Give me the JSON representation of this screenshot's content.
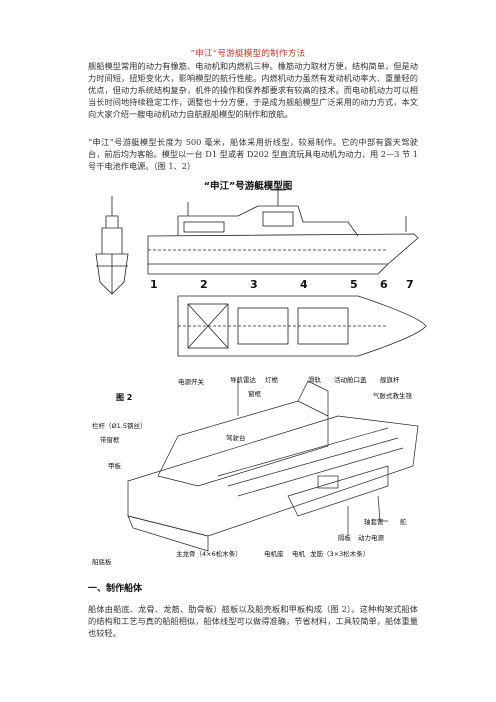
{
  "document": {
    "title": "“申江”号游艇模型的制作方法",
    "paragraphs": [
      "舰船模型常用的动力有橡筋、电动机和内燃机三种。橡筋动力取材方便，结构简单，但是动力时间短，扭矩变化大，影响模型的航行性能。内燃机动力虽然有发动机动率大、重量轻的优点，但动力系统结构复杂，机件的操作和保养都要求有较高的技术。而电动机动力可以相当长时间地持续稳定工作，调整也十分方便，于是成为舰船模型广泛采用的动力方式，本文向大家介绍一艘电动机动力自航舰船模型的制作和放航。",
      "“申江”号游艇模型长度为 500 毫米，船体采用折线型，较易制作。它的中部有露天驾驶台，前后均为客舱。模型以一台 D1 型或者 D202 型直流玩具电动机为动力，用 2—3 节 1 号干电池作电源。（图 1、2）"
    ],
    "section_heading": "一、制作船体",
    "section_paragraph": "船体由船底、龙骨、龙筋、肋骨板）舷板以及船壳板和甲板构成（图 2）。这种构架式船体的结构和工艺与真的船船相似，船体线型可以做得准确，节省材料，工具较简单，船体重量也较轻。"
  },
  "figure1": {
    "title": "“申江”号游艇模型图",
    "section_numbers": [
      "1",
      "2",
      "3",
      "4",
      "5",
      "6",
      "7"
    ]
  },
  "figure2": {
    "label": "图 2",
    "labels_top": [
      "电源开关",
      "导航雷达",
      "灯桅",
      "滑轨",
      "活动舱口盖",
      "舰旗杆"
    ],
    "label_mast": "窗框",
    "label_ventilator": "气胀式救生筏",
    "label_rail": "栏杆（Ø1.5钢丝）",
    "label_windowframe": "带窗框",
    "label_deck": "甲板",
    "label_bridge": "驾驶台",
    "label_bottom": "船底板",
    "label_keel": "主龙骨（4×6松木条）",
    "label_motorbase": "电机座",
    "label_motor": "电机",
    "label_longeron": "龙筋（3×3松木条）",
    "label_bulkhead": "隔板",
    "label_power": "动力电源",
    "label_shaft": "轴套管",
    "label_rudder": "舵"
  }
}
